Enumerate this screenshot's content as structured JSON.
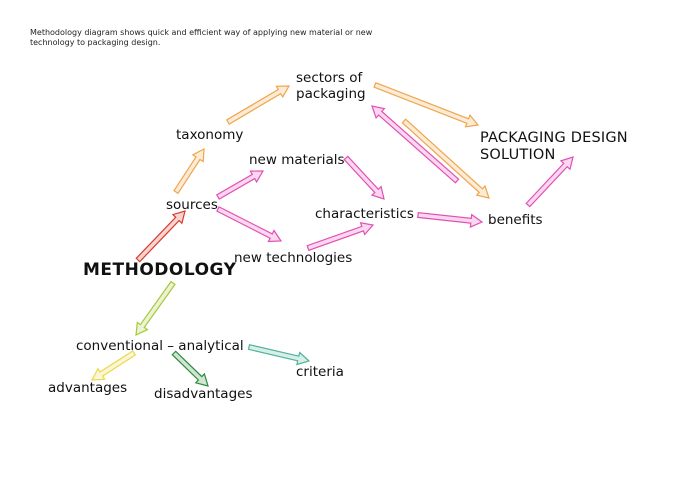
{
  "caption": "Methodology diagram shows quick and efficient way of applying new material or new technology to packaging design.",
  "nodes": {
    "methodology": "METHODOLOGY",
    "sources": "sources",
    "taxonomy": "taxonomy",
    "sectors": "sectors of\npackaging",
    "new_materials": "new materials",
    "new_technologies": "new technologies",
    "characteristics": "characteristics",
    "benefits": "benefits",
    "solution": "PACKAGING DESIGN\nSOLUTION",
    "conventional": "conventional – analytical",
    "advantages": "advantages",
    "disadvantages": "disadvantages",
    "criteria": "criteria"
  },
  "colors": {
    "red": "#d93a2b",
    "orange": "#f0a54a",
    "pink": "#e24fb4",
    "lime": "#a6c93a",
    "yellow": "#ecd84a",
    "green": "#2f8a3a",
    "teal": "#4fb29a"
  }
}
